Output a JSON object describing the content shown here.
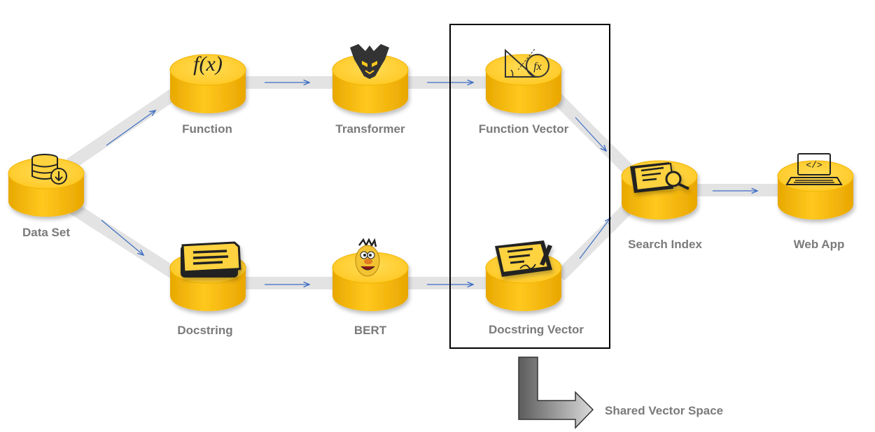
{
  "diagram": {
    "nodes": {
      "dataset": {
        "label": "Data Set",
        "icon": "database-download-icon"
      },
      "function": {
        "label": "Function",
        "icon": "function-fx-icon",
        "icon_text": "f(x)"
      },
      "docstring": {
        "label": "Docstring",
        "icon": "document-icon"
      },
      "transformer": {
        "label": "Transformer",
        "icon": "decepticon-icon"
      },
      "bert": {
        "label": "BERT",
        "icon": "bert-muppet-icon"
      },
      "funcvec": {
        "label": "Function Vector",
        "icon": "geometry-fx-icon",
        "icon_text": "fx"
      },
      "docvec": {
        "label": "Docstring Vector",
        "icon": "signed-document-icon"
      },
      "search": {
        "label": "Search Index",
        "icon": "search-documents-icon"
      },
      "webapp": {
        "label": "Web App",
        "icon": "laptop-code-icon",
        "icon_text": "</>"
      }
    },
    "shared_space": {
      "label": "Shared Vector Space"
    },
    "colors": {
      "cylinder_top": "#ffd23f",
      "cylinder_body": "#f5b800",
      "connector": "#e3e3e3",
      "arrow": "#3f6fc4",
      "label": "#7a7a7a",
      "box": "#000000",
      "bend_arrow_dark": "#6b6b6b",
      "bend_arrow_light": "#d7d7d7"
    }
  }
}
